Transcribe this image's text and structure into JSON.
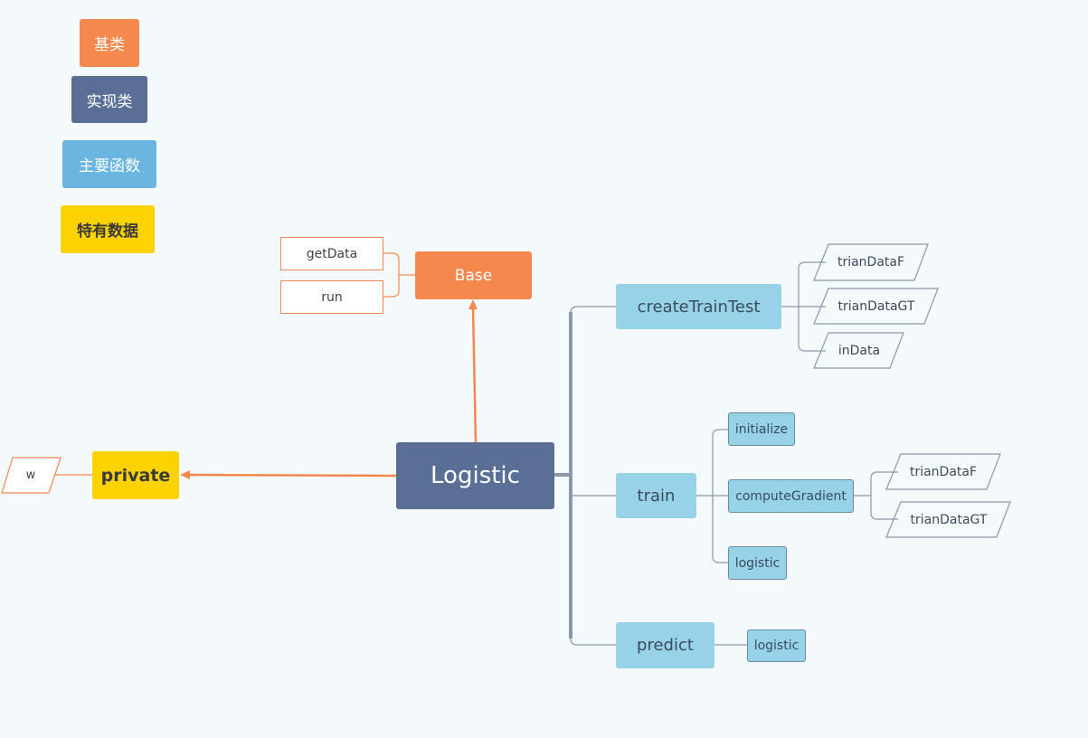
{
  "legend": {
    "base_class": "基类",
    "impl_class": "实现类",
    "main_function": "主要函数",
    "specific_data": "特有数据"
  },
  "base": {
    "label": "Base",
    "methods": [
      "getData",
      "run"
    ]
  },
  "center": {
    "label": "Logistic"
  },
  "private": {
    "label": "private",
    "fields": [
      "w"
    ]
  },
  "functions": {
    "create_train_test": {
      "label": "createTrainTest",
      "data": [
        "trianDataF",
        "trianDataGT",
        "inData"
      ]
    },
    "train": {
      "label": "train",
      "children": {
        "initialize": "initialize",
        "compute_gradient": "computeGradient",
        "logistic": "logistic"
      },
      "compute_gradient_data": [
        "trianDataF",
        "trianDataGT"
      ]
    },
    "predict": {
      "label": "predict",
      "children": {
        "logistic": "logistic"
      }
    }
  },
  "colors": {
    "background": "#f4f9fc",
    "base_class": "#f5884d",
    "impl_class": "#5a6f96",
    "main_function": "#6ab6e0",
    "function_node": "#97d3e8",
    "specific_data": "#fcd200",
    "connector": "#8a98ab"
  }
}
